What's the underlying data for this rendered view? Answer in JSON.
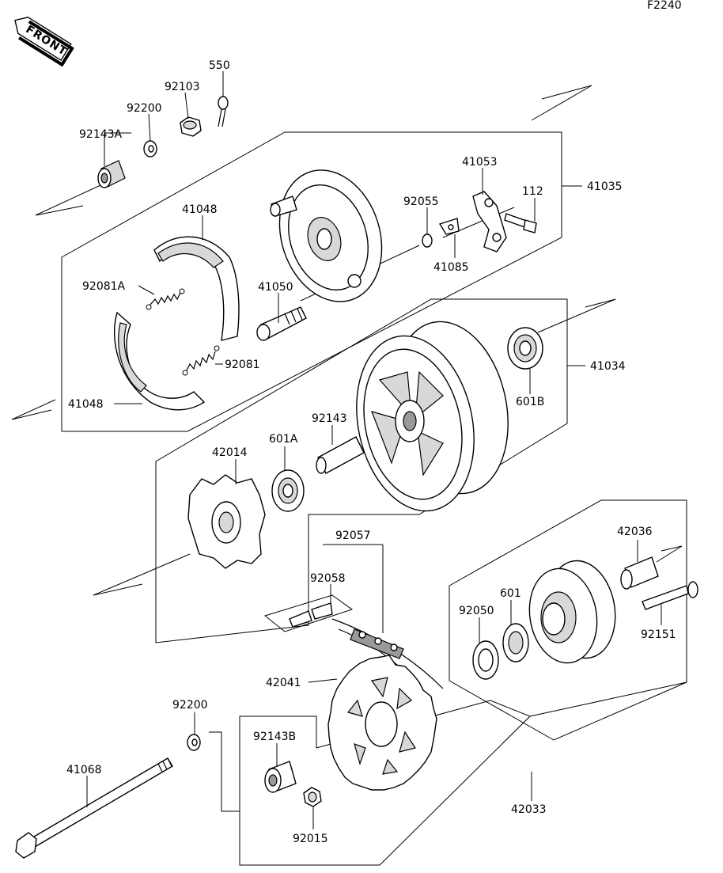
{
  "figure_code": "F2240",
  "front_label": "FRONT",
  "parts": {
    "p550": "550",
    "p92103": "92103",
    "p92200_top": "92200",
    "p92143A": "92143A",
    "p41048_top": "41048",
    "p92081A": "92081A",
    "p92081": "92081",
    "p41048_bottom": "41048",
    "p41050": "41050",
    "p92055": "92055",
    "p41053": "41053",
    "p112": "112",
    "p41035": "41035",
    "p41085": "41085",
    "p41034": "41034",
    "p601B": "601B",
    "p92143": "92143",
    "p601A": "601A",
    "p42014": "42014",
    "p92057": "92057",
    "p92058": "92058",
    "p42036": "42036",
    "p601": "601",
    "p92050": "92050",
    "p92151": "92151",
    "p42041": "42041",
    "p92200_bottom": "92200",
    "p92143B": "92143B",
    "p41068": "41068",
    "p92015": "92015",
    "p42033": "42033"
  }
}
